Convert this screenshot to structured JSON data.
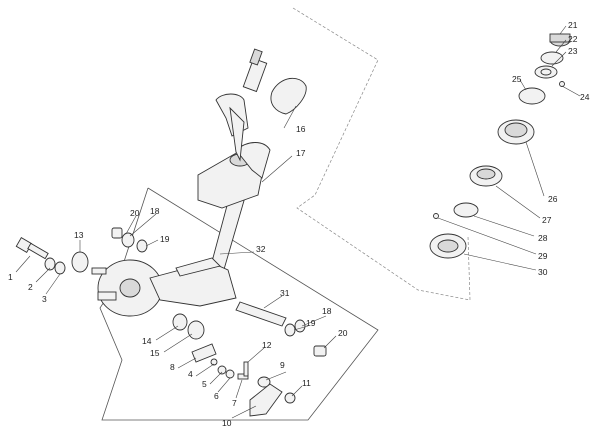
{
  "callouts": [
    "1",
    "2",
    "3",
    "4",
    "5",
    "6",
    "7",
    "8",
    "9",
    "10",
    "11",
    "12",
    "13",
    "14",
    "15",
    "16",
    "17",
    "18",
    "18",
    "19",
    "19",
    "20",
    "20",
    "21",
    "22",
    "23",
    "24",
    "25",
    "26",
    "27",
    "28",
    "29",
    "30",
    "31",
    "32"
  ],
  "colors": {
    "line": "#333333",
    "fill": "#f2f2f2",
    "shade": "#d9d9d9",
    "dash": "#888888"
  }
}
